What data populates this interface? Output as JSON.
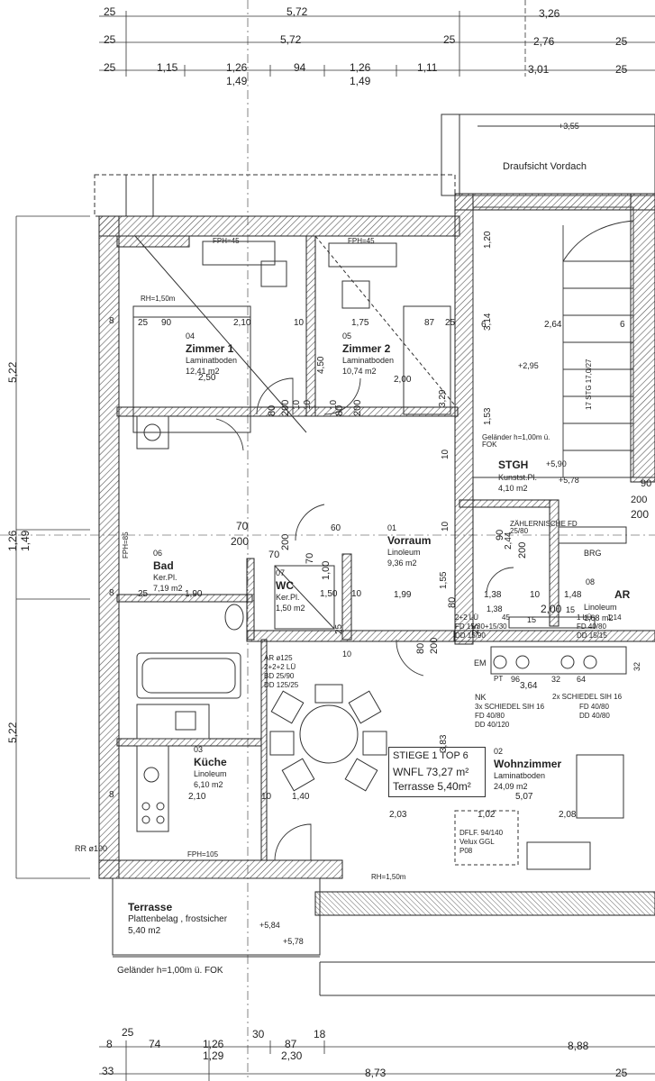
{
  "dimensions": {
    "top_rows": [
      [
        "25",
        "5,72",
        "3,26"
      ],
      [
        "25",
        "5,72",
        "25",
        "2,76",
        "25"
      ],
      [
        "25",
        "1,15",
        "1,26",
        "1,49",
        "94",
        "1,26",
        "1,49",
        "1,11",
        "3,01",
        "25"
      ]
    ],
    "left": [
      "5,22",
      "1,26",
      "1,49",
      "5,22"
    ],
    "bottom_rows": [
      [
        "25",
        "8",
        "74",
        "1,26",
        "1,29",
        "30",
        "87",
        "2,30",
        "18",
        "8,88"
      ],
      [
        "33",
        "8,73",
        "25"
      ]
    ],
    "interior": [
      "8",
      "25",
      "90",
      "2,10",
      "10",
      "1,75",
      "87",
      "25",
      "6",
      "2,64",
      "6",
      "2,50",
      "2,00",
      "8",
      "25",
      "1,90",
      "1,50",
      "10",
      "1,99",
      "8",
      "2,10",
      "10",
      "1,40",
      "2,03",
      "1,02",
      "2,08",
      "5,07",
      "3,64",
      "3,14",
      "4,50",
      "3,29",
      "1,20",
      "1,53",
      "1,55",
      "2,44",
      "3,83",
      "60",
      "80",
      "200",
      "80",
      "200",
      "70",
      "200",
      "70",
      "200",
      "80",
      "200",
      "70",
      "1,00",
      "90",
      "200",
      "90",
      "200",
      "80",
      "10",
      "10",
      "10",
      "10",
      "10",
      "25",
      "25",
      "1,38",
      "10",
      "1,48",
      "2,00"
    ]
  },
  "heights": [
    "+3,55",
    "+2,95",
    "+5,90",
    "+5,78",
    "+5,84",
    "+5,78"
  ],
  "annotations": {
    "canopy": "Draufsicht Vordach",
    "rh_top": "RH=1,50m",
    "rh_bottom": "RH=1,50m",
    "fph1": "FPH=45",
    "fph2": "FPH=45",
    "fph3": "FPH=85",
    "fph4": "FPH=105",
    "rr": "RR ø100",
    "rail_stair": "Geländer h=1,00m ü. FOK",
    "rail_terrace": "Geländer h=1,00m ü. FOK",
    "stair_code": "17 STG 17,0/27",
    "meter": "ZÄHLERNISCHE FD 25/80",
    "brg": "BRG",
    "vent_ar": "AR ø125",
    "vent_lines": [
      "2+2+2 LÜ",
      "BD 25/90",
      "DD 125/25"
    ],
    "vent_wz": [
      "2+2 LÜ",
      "FD 15/30+15/30",
      "DD 15/90"
    ],
    "vent_ar2": [
      "45",
      "1 LÜ",
      "FD 40/80",
      "DD 15/15"
    ],
    "vent_ar3": [
      "1,14"
    ],
    "em": "EM",
    "pt": "PT",
    "nk": "NK",
    "schiedel_l": [
      "3x SCHIEDEL SIH 16",
      "FD 40/80",
      "DD 40/120"
    ],
    "schiedel_r": [
      "2x SCHIEDEL SIH 16",
      "FD 40/80",
      "DD 40/80"
    ],
    "skylight": [
      "DFLF. 94/140",
      "Velux GGL",
      "P08"
    ],
    "misc_nums": [
      "96",
      "32",
      "64",
      "32",
      "15",
      "15",
      "10",
      "200",
      "1,38"
    ]
  },
  "rooms": [
    {
      "num": "04",
      "name": "Zimmer 1",
      "floor": "Laminatboden",
      "area": "12,41 m2"
    },
    {
      "num": "05",
      "name": "Zimmer 2",
      "floor": "Laminatboden",
      "area": "10,74 m2"
    },
    {
      "num": "",
      "name": "STGH",
      "floor": "Kunstst.Pl.",
      "area": "4,10 m2"
    },
    {
      "num": "06",
      "name": "Bad",
      "floor": "Ker.Pl.",
      "area": "7,19 m2"
    },
    {
      "num": "07",
      "name": "WC",
      "floor": "Ker.Pl.",
      "area": "1,50 m2"
    },
    {
      "num": "01",
      "name": "Vorraum",
      "floor": "Linoleum",
      "area": "9,36 m2"
    },
    {
      "num": "08",
      "name": "AR",
      "floor": "Linoleum",
      "area": "1,68 m2"
    },
    {
      "num": "03",
      "name": "Küche",
      "floor": "Linoleum",
      "area": "6,10 m2"
    },
    {
      "num": "02",
      "name": "Wohnzimmer",
      "floor": "Laminatboden",
      "area": "24,09 m2"
    },
    {
      "num": "",
      "name": "Terrasse",
      "floor": "Plattenbelag , frostsicher",
      "area": "5,40 m2"
    }
  ],
  "summary": {
    "label": "STIEGE 1 TOP 6",
    "wnfl": "WNFL 73,27 m²",
    "terrace": "Terrasse 5,40m²"
  }
}
